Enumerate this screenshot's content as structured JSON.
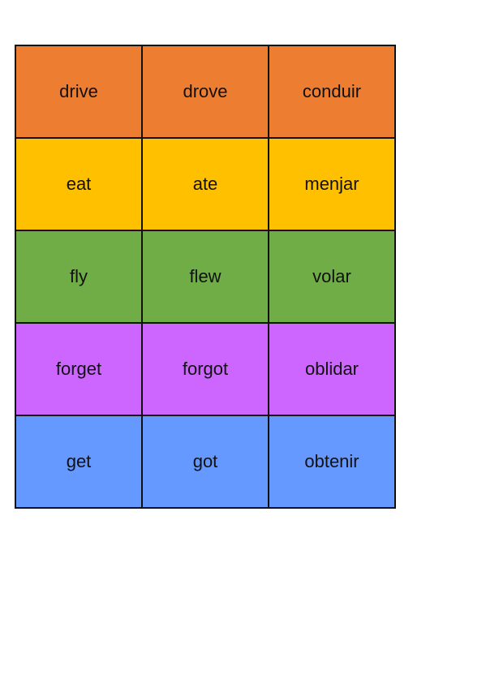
{
  "rows": [
    {
      "color": "#ED7D31",
      "cells": [
        "drive",
        "drove",
        "conduir"
      ]
    },
    {
      "color": "#FFC000",
      "cells": [
        "eat",
        "ate",
        "menjar"
      ]
    },
    {
      "color": "#70AD47",
      "cells": [
        "fly",
        "flew",
        "volar"
      ]
    },
    {
      "color": "#CC66FF",
      "cells": [
        "forget",
        "forgot",
        "oblidar"
      ]
    },
    {
      "color": "#6699FF",
      "cells": [
        "get",
        "got",
        "obtenir"
      ]
    }
  ]
}
